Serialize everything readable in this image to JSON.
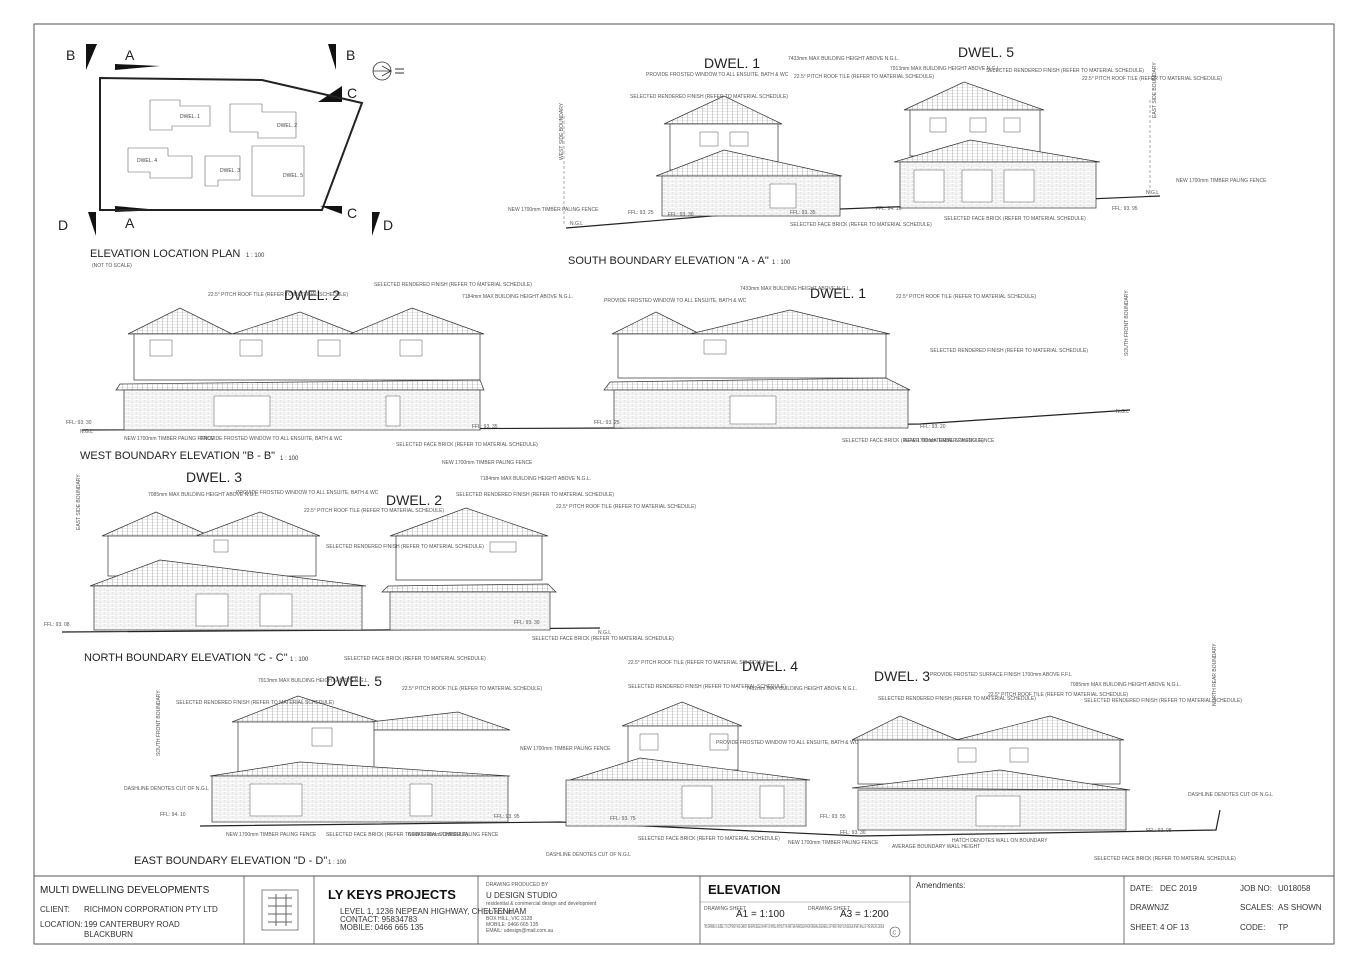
{
  "location_plan": {
    "title": "ELEVATION LOCATION PLAN",
    "scale": "1 : 100",
    "note": "(NOT TO SCALE)",
    "markers": [
      "A",
      "A",
      "B",
      "B",
      "C",
      "C",
      "D",
      "D"
    ],
    "units": [
      "DWEL. 1",
      "DWEL. 2",
      "DWEL. 4",
      "DWEL. 3",
      "DWEL. 5"
    ]
  },
  "elevations": {
    "south": {
      "title": "SOUTH BOUNDARY ELEVATION \"A - A\"",
      "scale": "1 : 100",
      "dwel_a": "DWEL. 1",
      "dwel_b": "DWEL. 5",
      "notes": [
        "PROVIDE FROSTED WINDOW TO ALL ENSUITE, BATH & WC",
        "SELECTED RENDERED FINISH (REFER TO MATERIAL SCHEDULE)",
        "7433mm MAX BUILDING HEIGHT ABOVE N.G.L.",
        "22.5° PITCH ROOF TILE (REFER TO MATERIAL SCHEDULE)",
        "7913mm MAX BUILDING HEIGHT ABOVE N.G.L.",
        "SELECTED RENDERED FINISH (REFER TO MATERIAL SCHEDULE)",
        "22.5° PITCH ROOF TILE (REFER TO MATERIAL SCHEDULE)",
        "NEW 1700mm TIMBER PALING FENCE",
        "NEW 1700mm TIMBER PALING FENCE",
        "SELECTED FACE BRICK (REFER TO MATERIAL SCHEDULE)",
        "SELECTED FACE BRICK (REFER TO MATERIAL SCHEDULE)"
      ],
      "levels": [
        "FFL: 93. 25",
        "FFL: 93. 30",
        "FFL: 93. 35",
        "FFL: 94. 10",
        "FFL: 93. 95",
        "N.G.L",
        "N.G.L"
      ],
      "side_labels": [
        "WEST SIDE BOUNDARY",
        "EAST SIDE BOUNDARY"
      ]
    },
    "west": {
      "title": "WEST BOUNDARY ELEVATION \"B - B\"",
      "scale": "1 : 100",
      "dwel_a": "DWEL. 2",
      "dwel_b": "DWEL. 1",
      "notes": [
        "22.5° PITCH ROOF TILE (REFER TO MATERIAL SCHEDULE)",
        "SELECTED RENDERED FINISH (REFER TO MATERIAL SCHEDULE)",
        "7184mm MAX BUILDING HEIGHT ABOVE N.G.L.",
        "PROVIDE FROSTED WINDOW TO ALL ENSUITE, BATH & WC",
        "7433mm MAX BUILDING HEIGHT ABOVE N.G.L.",
        "22.5° PITCH ROOF TILE (REFER TO MATERIAL SCHEDULE)",
        "SELECTED RENDERED FINISH (REFER TO MATERIAL SCHEDULE)",
        "NEW 1700mm TIMBER PALING FENCE",
        "PROVIDE FROSTED WINDOW TO ALL ENSUITE, BATH & WC",
        "SELECTED FACE BRICK (REFER TO MATERIAL SCHEDULE)",
        "NEW 1700mm TIMBER PALING FENCE",
        "SELECTED FACE BRICK (REFER TO MATERIAL SCHEDULE)",
        "NEW 1700mm TIMBER PALING FENCE"
      ],
      "levels": [
        "FFL: 93. 30",
        "FFL: 93. 35",
        "FFL: 93. 25",
        "FFL: 93. 20",
        "N.G.L",
        "N.G.L"
      ],
      "side_labels": [
        "SOUTH FRONT BOUNDARY"
      ]
    },
    "north": {
      "title": "NORTH BOUNDARY ELEVATION \"C - C\"",
      "scale": "1 : 100",
      "dwel_a": "DWEL. 3",
      "dwel_b": "DWEL. 2",
      "notes": [
        "7085mm MAX BUILDING HEIGHT ABOVE N.G.L.",
        "PROVIDE FROSTED WINDOW TO ALL ENSUITE, BATH & WC",
        "22.5° PITCH ROOF TILE (REFER TO MATERIAL SCHEDULE)",
        "SELECTED RENDERED FINISH (REFER TO MATERIAL SCHEDULE)",
        "7184mm MAX BUILDING HEIGHT ABOVE N.G.L.",
        "SELECTED RENDERED FINISH (REFER TO MATERIAL SCHEDULE)",
        "22.5° PITCH ROOF TILE (REFER TO MATERIAL SCHEDULE)",
        "SELECTED FACE BRICK (REFER TO MATERIAL SCHEDULE)",
        "SELECTED FACE BRICK (REFER TO MATERIAL SCHEDULE)"
      ],
      "levels": [
        "FFL: 93. 08",
        "FFL: 93. 30",
        "N.G.L"
      ],
      "side_labels": [
        "EAST SIDE BOUNDARY"
      ]
    },
    "east": {
      "title": "EAST BOUNDARY ELEVATION \"D - D\"",
      "scale": "1 : 100",
      "dwel_a": "DWEL. 5",
      "dwel_b": "DWEL. 4",
      "dwel_c": "DWEL. 3",
      "notes": [
        "7913mm MAX BUILDING HEIGHT ABOVE N.G.L.",
        "SELECTED RENDERED FINISH (REFER TO MATERIAL SCHEDULE)",
        "22.5° PITCH ROOF TILE (REFER TO MATERIAL SCHEDULE)",
        "22.5° PITCH ROOF TILE (REFER TO MATERIAL SCHEDULE)",
        "SELECTED RENDERED FINISH (REFER TO MATERIAL SCHEDULE)",
        "7462mm MAX BUILDING HEIGHT ABOVE N.G.L.",
        "NEW 1700mm TIMBER PALING FENCE",
        "PROVIDE FROSTED WINDOW TO ALL ENSUITE, BATH & WC",
        "PROVIDE FROSTED SURFACE FINISH 1700mm ABOVE F.F.L",
        "SELECTED RENDERED FINISH (REFER TO MATERIAL SCHEDULE)",
        "22.5° PITCH ROOF TILE (REFER TO MATERIAL SCHEDULE)",
        "7085mm MAX BUILDING HEIGHT ABOVE N.G.L.",
        "SELECTED RENDERED FINISH (REFER TO MATERIAL SCHEDULE)",
        "DASHLINE DENOTES CUT OF N.G.L",
        "NEW 1700mm TIMBER PALING FENCE",
        "SELECTED FACE BRICK (REFER TO MATERIAL SCHEDULE)",
        "NEW 1700mm TIMBER PALING FENCE",
        "DASHLINE DENOTES CUT OF N.G.L",
        "SELECTED FACE BRICK (REFER TO MATERIAL SCHEDULE)",
        "NEW 1700mm TIMBER PALING FENCE",
        "AVERAGE BOUNDARY WALL HEIGHT",
        "HATCH DENOTES WALL ON BOUNDARY",
        "DASHLINE DENOTES CUT OF N.G.L",
        "SELECTED FACE BRICK (REFER TO MATERIAL SCHEDULE)"
      ],
      "levels": [
        "FFL: 94. 10",
        "FFL: 93. 95",
        "FFL: 93. 75",
        "FFL: 93. 55",
        "FFL: 93. 30",
        "FFL: 93. 08"
      ],
      "side_labels": [
        "SOUTH FRONT BOUNDARY",
        "NORTH REAR BOUNDARY"
      ]
    }
  },
  "title_block": {
    "project_type": "MULTI DWELLING DEVELOPMENTS",
    "client_label": "CLIENT:",
    "client": "RICHMON CORPORATION PTY LTD",
    "location_label": "LOCATION:",
    "location_line1": "199 CANTERBURY ROAD",
    "location_line2": "BLACKBURN",
    "company": "LY KEYS PROJECTS",
    "company_addr": "LEVEL 1, 1236 NEPEAN HIGHWAY, CHELTENHAM",
    "company_contact": "CONTACT: 95834783",
    "company_mobile": "MOBILE: 0466 665 135",
    "produced_by_label": "DRAWING PRODUCED BY",
    "studio": "U DESIGN STUDIO",
    "studio_tag": "residential & commercial design and development",
    "studio_lines": [
      "PO BOX 96",
      "BOX HILL, VIC 3128",
      "MOBILE: 0466 665 135",
      "EMAIL: udesign@mail.com.au"
    ],
    "sheet_title": "ELEVATION",
    "scale_a1_label": "DRAWING SHEET",
    "scale_a1": "A1 = 1:100",
    "scale_a3_label": "DRAWING SHEET",
    "scale_a3": "A3 = 1:200",
    "copyright": "THIS DRAWING IS SUBJECT TO COPYRIGHT AND CANNOT BE REPRODUCED IN PART OR WHOLE WITHOUT THE WRITTEN PERMISSION FROM ORIGINAL DESIGNERS. COPYRIGHT RIGHTS ON DESIGN INTENT IN ALL OF THE SPECIFIC DESIGN",
    "copyright_symbol": "C",
    "amendments_label": "Amendments:",
    "date_label": "DATE:",
    "date": "DEC 2019",
    "drawn_label": "DRAWN:",
    "drawn": "JZ",
    "sheet_label": "SHEET:",
    "sheet": "4 OF 13",
    "jobno_label": "JOB NO:",
    "jobno": "U018058",
    "scales_label": "SCALES:",
    "scales": "AS SHOWN",
    "code_label": "CODE:",
    "code": "TP"
  }
}
